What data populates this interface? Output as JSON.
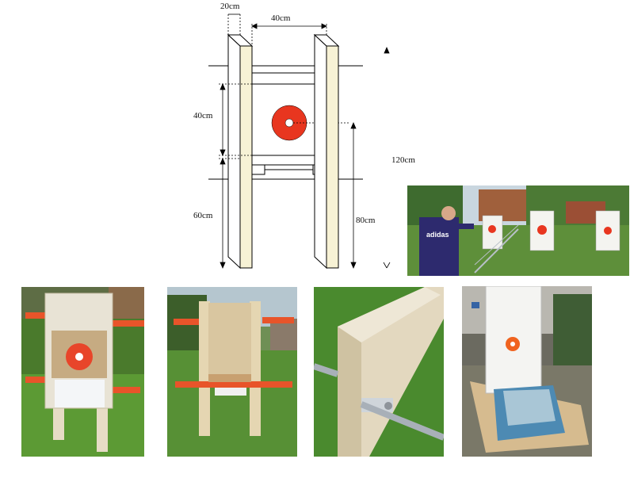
{
  "diagram": {
    "dims": {
      "width_top": "20cm",
      "gap_top": "40cm",
      "target_height": "40cm",
      "total_height": "120cm",
      "lower_height": "60cm",
      "center_height": "80cm"
    },
    "colors": {
      "post": "#f7f2d5",
      "target": "#e8361f",
      "panel": "#ffffff",
      "line": "#000000"
    }
  },
  "photos": [
    {
      "id": "range-photo",
      "subject": "thrower at target range",
      "shirt_text": "adidas"
    },
    {
      "id": "stand-front",
      "subject": "stand front view"
    },
    {
      "id": "stand-back",
      "subject": "stand back view"
    },
    {
      "id": "stand-closeup",
      "subject": "post and bolt closeup"
    },
    {
      "id": "stand-indoor",
      "subject": "stand with foam blocks indoors"
    }
  ]
}
